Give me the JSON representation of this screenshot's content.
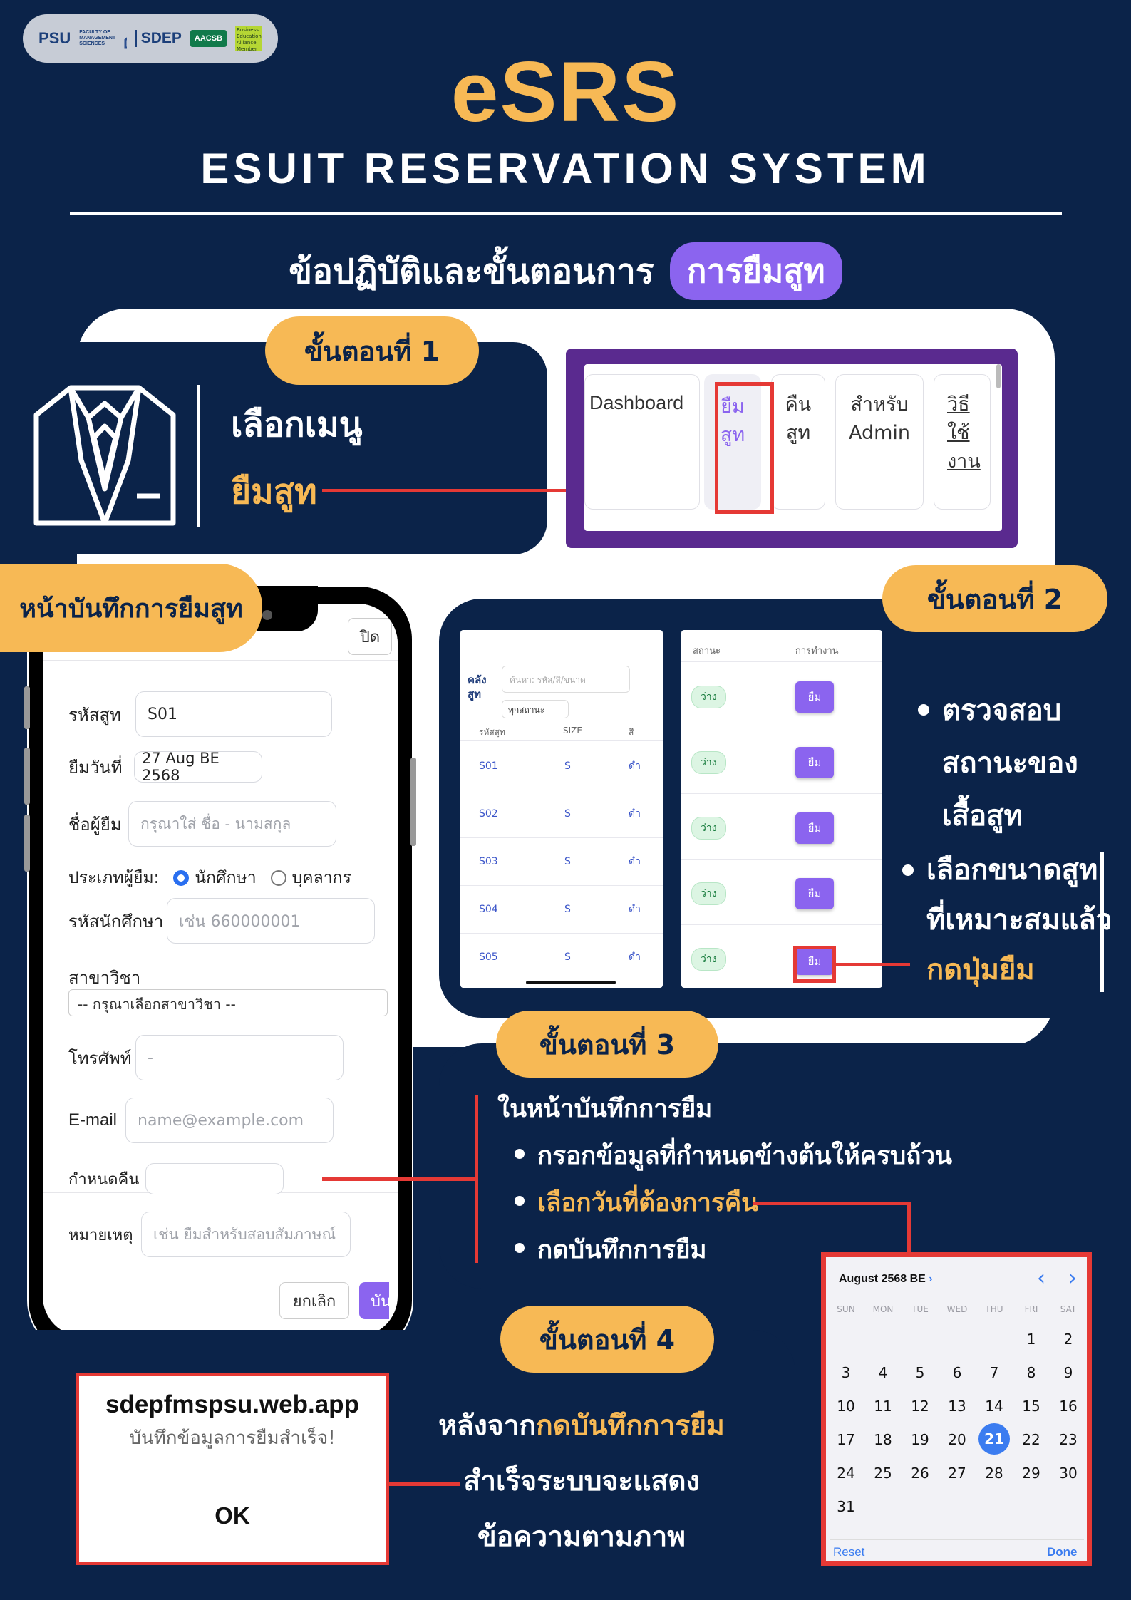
{
  "logos": {
    "psu": "PSU",
    "psu_sub": "FACULTY OF MANAGEMENT SCIENCES",
    "sdep": "SDEP",
    "aacsb": "AACSB",
    "ba": "Business Education Alliance Member"
  },
  "header": {
    "title": "eSRS",
    "subtitle": "ESUIT RESERVATION SYSTEM",
    "heading": "ข้อปฏิบัติและขั้นตอนการ",
    "heading_highlight": "การยืมสูท"
  },
  "step1": {
    "badge": "ขั้นตอนที่ 1",
    "line1": "เลือกเมนู",
    "line2": "ยืมสูท",
    "menu": {
      "dashboard": "Dashboard",
      "borrow_1": "ยืม",
      "borrow_2": "สูท",
      "return_1": "คืน",
      "return_2": "สูท",
      "admin_1": "สำหรับ",
      "admin_2": "Admin",
      "howto_1": "วิธี",
      "howto_2": "ใช้",
      "howto_3": "งาน"
    }
  },
  "form": {
    "badge": "หน้าบันทึกการยืมสูท",
    "close": "ปิด",
    "suit_code_label": "รหัสสูท",
    "suit_code_value": "S01",
    "borrow_date_label": "ยืมวันที่",
    "borrow_date_value": "27 Aug BE 2568",
    "name_label": "ชื่อผู้ยืม",
    "name_placeholder": "กรุณาใส่ ชื่อ - นามสกุล",
    "type_label": "ประเภทผู้ยืม:",
    "type_student": "นักศึกษา",
    "type_staff": "บุคลากร",
    "student_id_label": "รหัสนักศึกษา",
    "student_id_placeholder": "เช่น 660000001",
    "major_label": "สาขาวิชา",
    "major_placeholder": "-- กรุณาเลือกสาขาวิชา --",
    "phone_label": "โทรศัพท์",
    "phone_placeholder": "-",
    "email_label": "E-mail",
    "email_placeholder": "name@example.com",
    "due_label": "กำหนดคืน",
    "note_label": "หมายเหตุ",
    "note_placeholder": "เช่น ยืมสำหรับสอบสัมภาษณ์",
    "cancel": "ยกเลิก",
    "save": "บัน"
  },
  "step2": {
    "badge": "ขั้นตอนที่ 2",
    "inventory_label_1": "คลัง",
    "inventory_label_2": "สูท",
    "search_placeholder": "ค้นหา: รหัส/สี/ขนาด",
    "filter": "ทุกสถานะ",
    "columns": [
      "รหัสสูท",
      "SIZE",
      "สี"
    ],
    "rows": [
      {
        "code": "S01",
        "size": "S",
        "color": "ดำ"
      },
      {
        "code": "S02",
        "size": "S",
        "color": "ดำ"
      },
      {
        "code": "S03",
        "size": "S",
        "color": "ดำ"
      },
      {
        "code": "S04",
        "size": "S",
        "color": "ดำ"
      },
      {
        "code": "S05",
        "size": "S",
        "color": "ดำ"
      }
    ],
    "status_header": "สถานะ",
    "action_header": "การทำงาน",
    "status_value": "ว่าง",
    "borrow_label": "ยืม",
    "bullet1_1": "ตรวจสอบ",
    "bullet1_2": "สถานะของ",
    "bullet1_3": "เสื้อสูท",
    "bullet2_1": "เลือกขนาดสูท",
    "bullet2_2": "ที่เหมาะสมแล้ว",
    "bullet2_3": "กดปุ่มยืม"
  },
  "step3": {
    "badge": "ขั้นตอนที่ 3",
    "intro": "ในหน้าบันทึกการยืม",
    "b1": "กรอกข้อมูลที่กำหนดข้างต้นให้ครบถ้วน",
    "b2": "เลือกวันที่ต้องการคืน",
    "b3": "กดบันทึกการยืม"
  },
  "calendar": {
    "month": "August 2568 BE",
    "dow": [
      "SUN",
      "MON",
      "TUE",
      "WED",
      "THU",
      "FRI",
      "SAT"
    ],
    "days": [
      "",
      "",
      "",
      "",
      "",
      "1",
      "2",
      "3",
      "4",
      "5",
      "6",
      "7",
      "8",
      "9",
      "10",
      "11",
      "12",
      "13",
      "14",
      "15",
      "16",
      "17",
      "18",
      "19",
      "20",
      "21",
      "22",
      "23",
      "24",
      "25",
      "26",
      "27",
      "28",
      "29",
      "30",
      "31"
    ],
    "selected": "21",
    "reset": "Reset",
    "done": "Done",
    "accent": "#3b7cf0"
  },
  "step4": {
    "badge": "ขั้นตอนที่ 4",
    "dialog_title": "sdepfmspsu.web.app",
    "dialog_message": "บันทึกข้อมูลการยืมสำเร็จ!",
    "dialog_ok": "OK",
    "line1_a": "หลังจาก",
    "line1_b": "กดบันทึกการยืม",
    "line2": "สำเร็จระบบจะแสดง",
    "line3": "ข้อความตามภาพ"
  },
  "colors": {
    "navy": "#0b2349",
    "orange": "#f7b955",
    "purple": "#8b64ef",
    "red": "#e53935"
  }
}
